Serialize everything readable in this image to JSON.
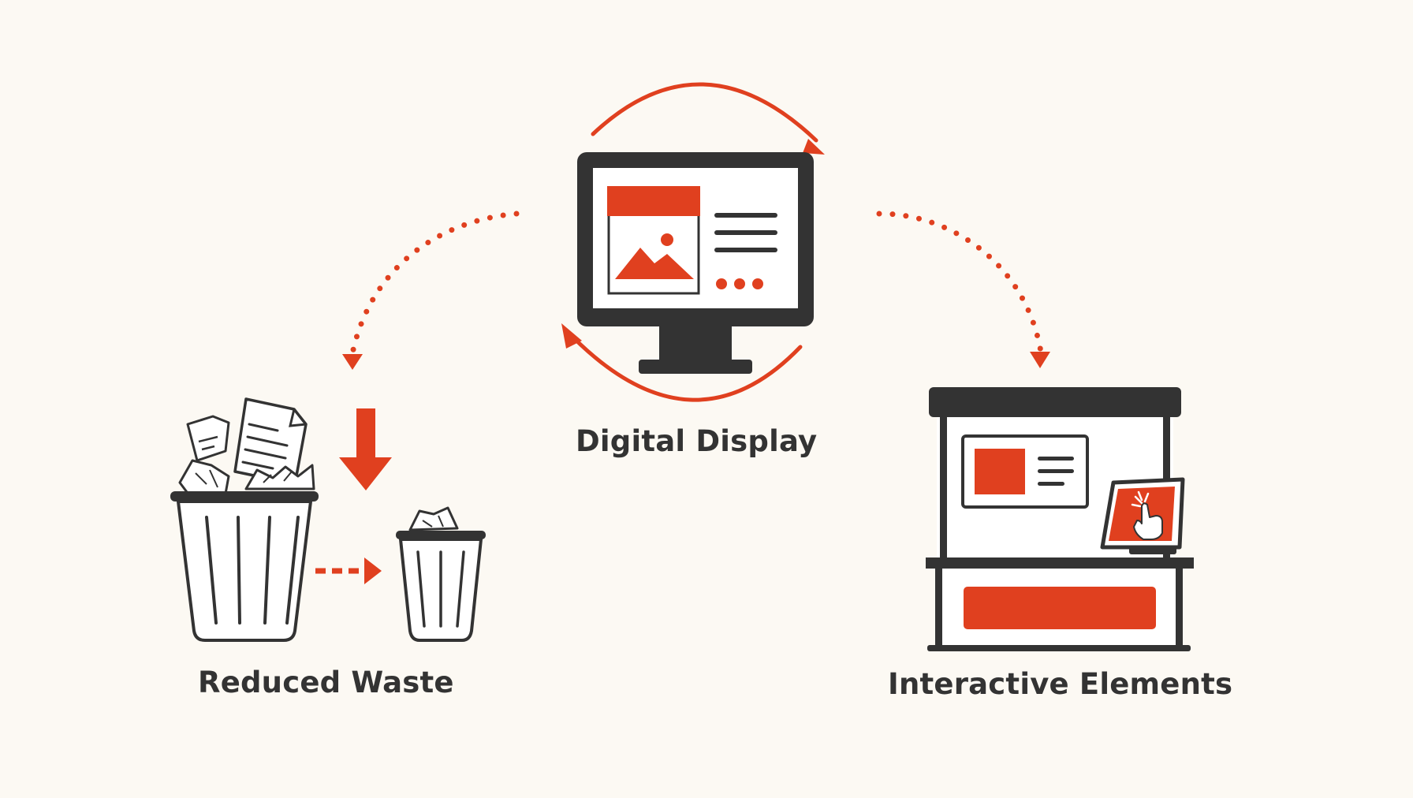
{
  "labels": {
    "digital_display": "Digital Display",
    "reduced_waste": "Reduced Waste",
    "interactive_elements": "Interactive Elements"
  },
  "colors": {
    "background": "#fcf9f3",
    "accent": "#e0401f",
    "ink": "#333333",
    "paper": "#ffffff"
  },
  "icons": {
    "display": "monitor-icon",
    "waste_large": "trash-bin-icon",
    "waste_small": "small-trash-bin-icon",
    "kiosk": "kiosk-icon",
    "tablet": "touch-tablet-icon"
  }
}
